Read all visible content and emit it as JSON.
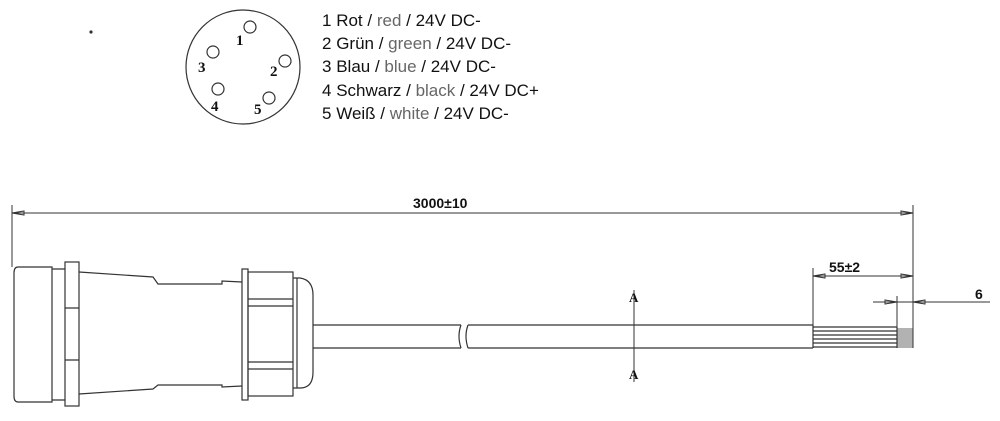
{
  "pinout": {
    "pin_labels": [
      "1",
      "2",
      "3",
      "4",
      "5"
    ],
    "legend": [
      {
        "num": "1",
        "de": "Rot",
        "en": "red",
        "spec": "24V DC-"
      },
      {
        "num": "2",
        "de": "Grün",
        "en": "green",
        "spec": "24V DC-"
      },
      {
        "num": "3",
        "de": "Blau",
        "en": "blue",
        "spec": "24V DC-"
      },
      {
        "num": "4",
        "de": "Schwarz",
        "en": "black",
        "spec": "24V DC+"
      },
      {
        "num": "5",
        "de": "Weiß",
        "en": "white",
        "spec": "24V DC-"
      }
    ],
    "sep": " / "
  },
  "dimensions": {
    "total_length": "3000±10",
    "strip_length": "55±2",
    "end_strip": "6",
    "section_label_top": "A",
    "section_label_bottom": "A"
  },
  "colors": {
    "line": "#333333",
    "text": "#111111",
    "translation": "#666666"
  }
}
